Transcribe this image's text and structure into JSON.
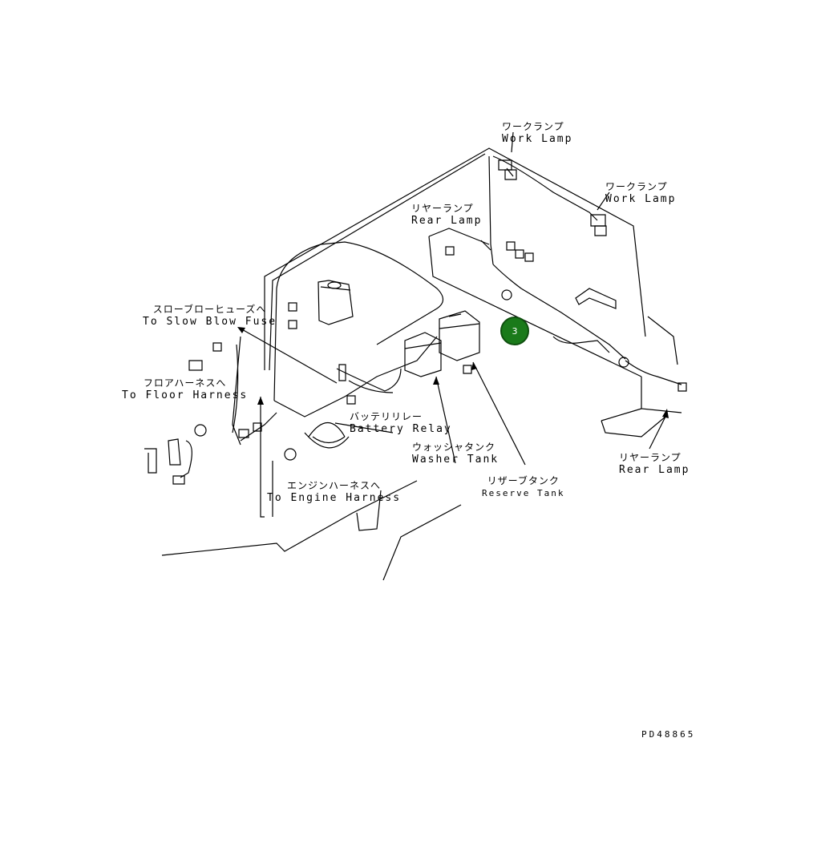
{
  "labels": {
    "work_lamp_top": {
      "jp": "ワークランプ",
      "en": "Work Lamp"
    },
    "work_lamp_right": {
      "jp": "ワークランプ",
      "en": "Work Lamp"
    },
    "rear_lamp_top": {
      "jp": "リヤーランプ",
      "en": "Rear Lamp"
    },
    "slow_blow_fuse": {
      "jp": "スローブローヒューズへ",
      "en": "To Slow Blow Fuse"
    },
    "floor_harness": {
      "jp": "フロアハーネスへ",
      "en": "To Floor Harness"
    },
    "battery_relay": {
      "jp": "バッテリリレー",
      "en": "Battery Relay"
    },
    "washer_tank": {
      "jp": "ウォッシャタンク",
      "en": "Washer Tank"
    },
    "reserve_tank": {
      "jp": "リザーブタンク",
      "en": "Reserve Tank"
    },
    "engine_harness": {
      "jp": "エンジンハーネスへ",
      "en": "To Engine Harness"
    },
    "rear_lamp_right": {
      "jp": "リヤーランプ",
      "en": "Rear Lamp"
    }
  },
  "callout": {
    "number": "3",
    "color": "#1a7a1a"
  },
  "drawing_number": "PD48865"
}
